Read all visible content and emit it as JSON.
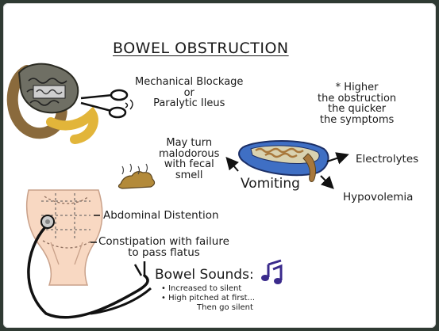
{
  "title": "BOWEL OBSTRUCTION",
  "causes": {
    "line1": "Mechanical Blockage",
    "line2": "or",
    "line3": "Paralytic Ileus"
  },
  "note": {
    "line1": "* Higher",
    "line2": "the obstruction",
    "line3": "the quicker",
    "line4": "the symptoms"
  },
  "vomit_feature": {
    "line1": "May turn",
    "line2": "malodorous",
    "line3": "with fecal",
    "line4": "smell"
  },
  "vomiting": "Vomiting",
  "electrolytes": "Electrolytes",
  "hypovolemia": "Hypovolemia",
  "distention": "Abdominal Distention",
  "constipation": {
    "line1": "Constipation with failure",
    "line2": "to pass flatus"
  },
  "bowel_sounds": {
    "heading": "Bowel Sounds:",
    "bullets": [
      "Increased to silent",
      "High pitched at first...",
      "Then go silent"
    ]
  },
  "colors": {
    "intestine_brown": "#8a6a3c",
    "intestine_gray": "#6f6f64",
    "colon_yellow": "#e2b53a",
    "basin_blue": "#3f6fc4",
    "skin": "#f8d8c2",
    "music_note": "#3a2a8c"
  },
  "icons": [
    "intestine-illustration",
    "scissors-icon",
    "emesis-basin-icon",
    "stool-icon",
    "abdomen-illustration",
    "stethoscope-icon",
    "music-note-icon"
  ]
}
